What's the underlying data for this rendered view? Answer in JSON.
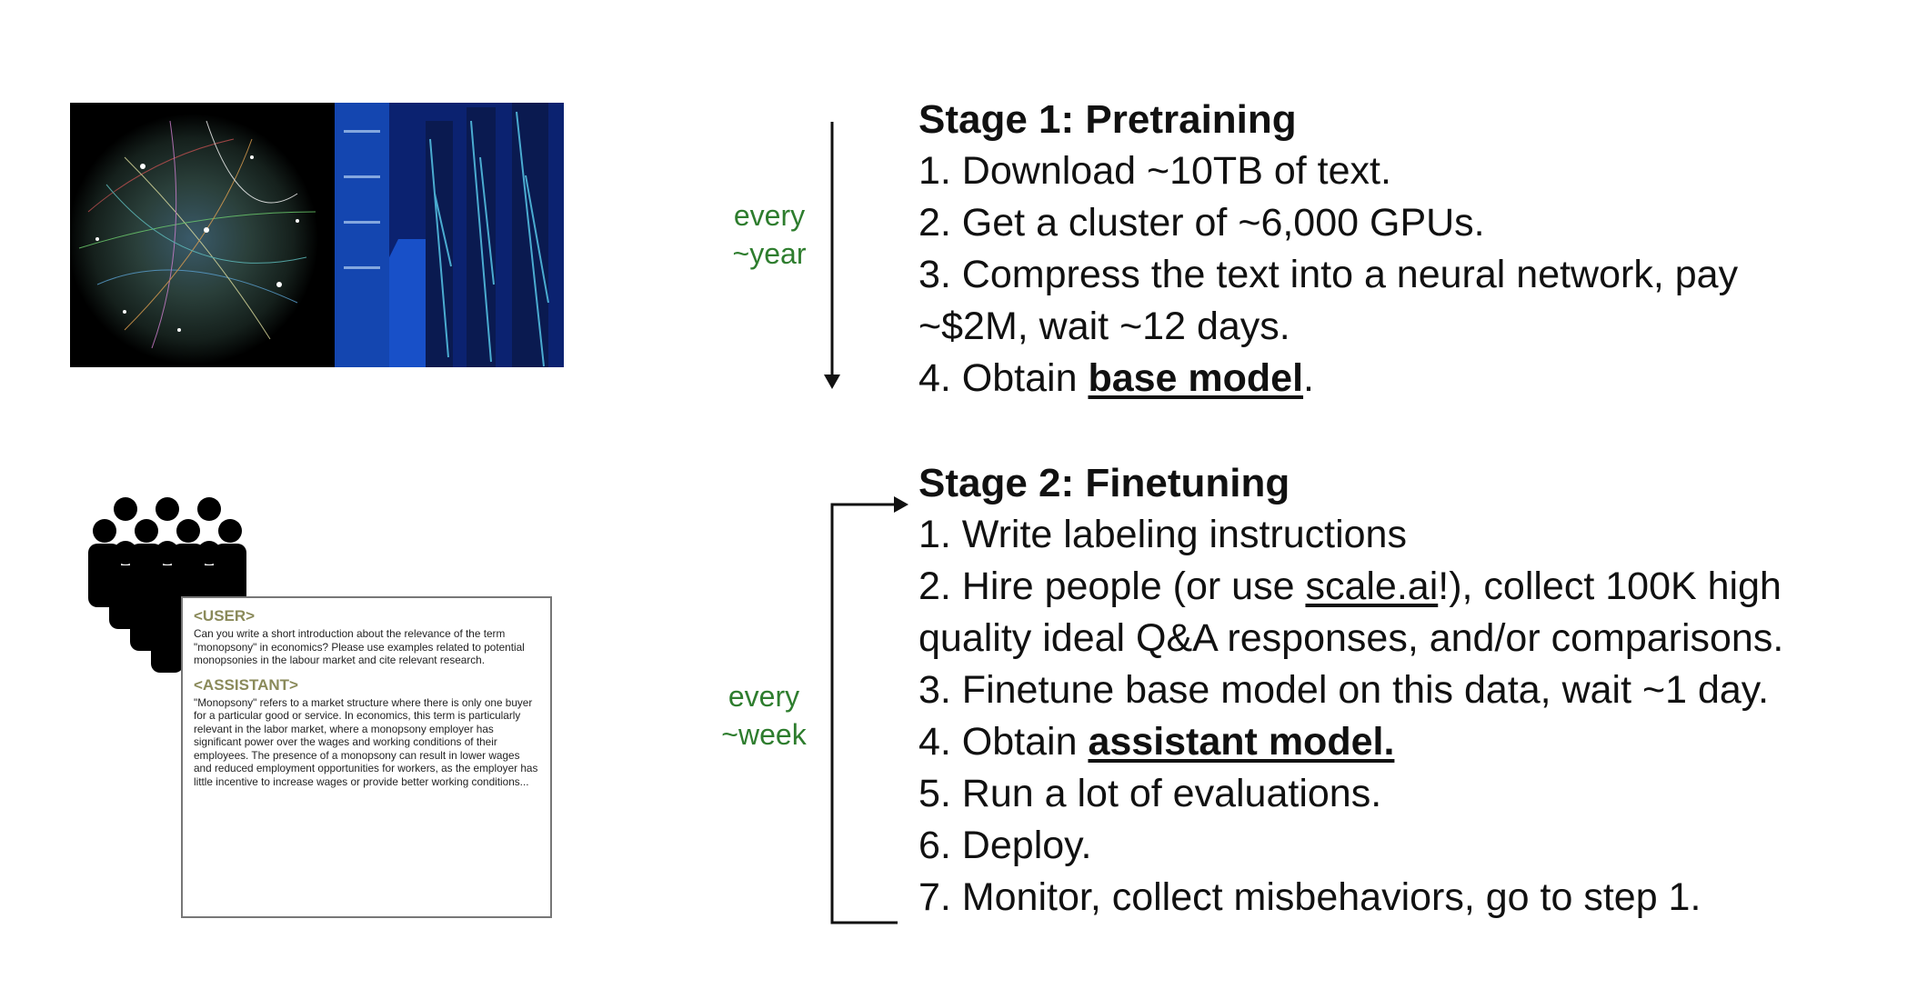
{
  "cadence": {
    "stage1_line1": "every",
    "stage1_line2": "~year",
    "stage2_line1": "every",
    "stage2_line2": "~week"
  },
  "stage1": {
    "title": "Stage 1: Pretraining",
    "steps": [
      "1. Download ~10TB of text.",
      "2. Get a cluster of ~6,000 GPUs.",
      "3. Compress the text into a neural network, pay",
      "~$2M, wait ~12 days.",
      "4. Obtain "
    ],
    "step4_bold": "base model",
    "step4_end": "."
  },
  "stage2": {
    "title": "Stage 2: Finetuning",
    "step1": "1. Write labeling instructions",
    "step2_pre": "2. Hire people (or use ",
    "step2_link": "scale.ai",
    "step2_post": "!), collect 100K high",
    "step2_cont": "quality ideal Q&A responses, and/or comparisons.",
    "step3": "3. Finetune base model on this data, wait ~1 day.",
    "step4_pre": "4. Obtain ",
    "step4_bold": "assistant model.",
    "step5": "5. Run a lot of evaluations.",
    "step6": "6. Deploy.",
    "step7": "7. Monitor, collect misbehaviors, go to step 1."
  },
  "chat": {
    "user_tag": "<USER>",
    "user_text": "Can you write a short introduction about the relevance of the term \"monopsony\" in economics? Please use examples related to potential monopsonies in the labour market and cite relevant research.",
    "assistant_tag": "<ASSISTANT>",
    "assistant_text": "\"Monopsony\" refers to a market structure where there is only one buyer for a particular good or service. In economics, this term is particularly relevant in the labor market, where a monopsony employer has significant power over the wages and working conditions of their employees. The presence of a monopsony can result in lower wages and reduced employment opportunities for workers, as the employer has little incentive to increase wages or provide better working conditions..."
  },
  "icons": {
    "network": "network-visualization-icon",
    "servers": "datacenter-servers-icon",
    "people": "crowd-of-people-icon"
  },
  "colors": {
    "cadence_green": "#2e7d2e",
    "role_tag": "#8a8a5a"
  }
}
